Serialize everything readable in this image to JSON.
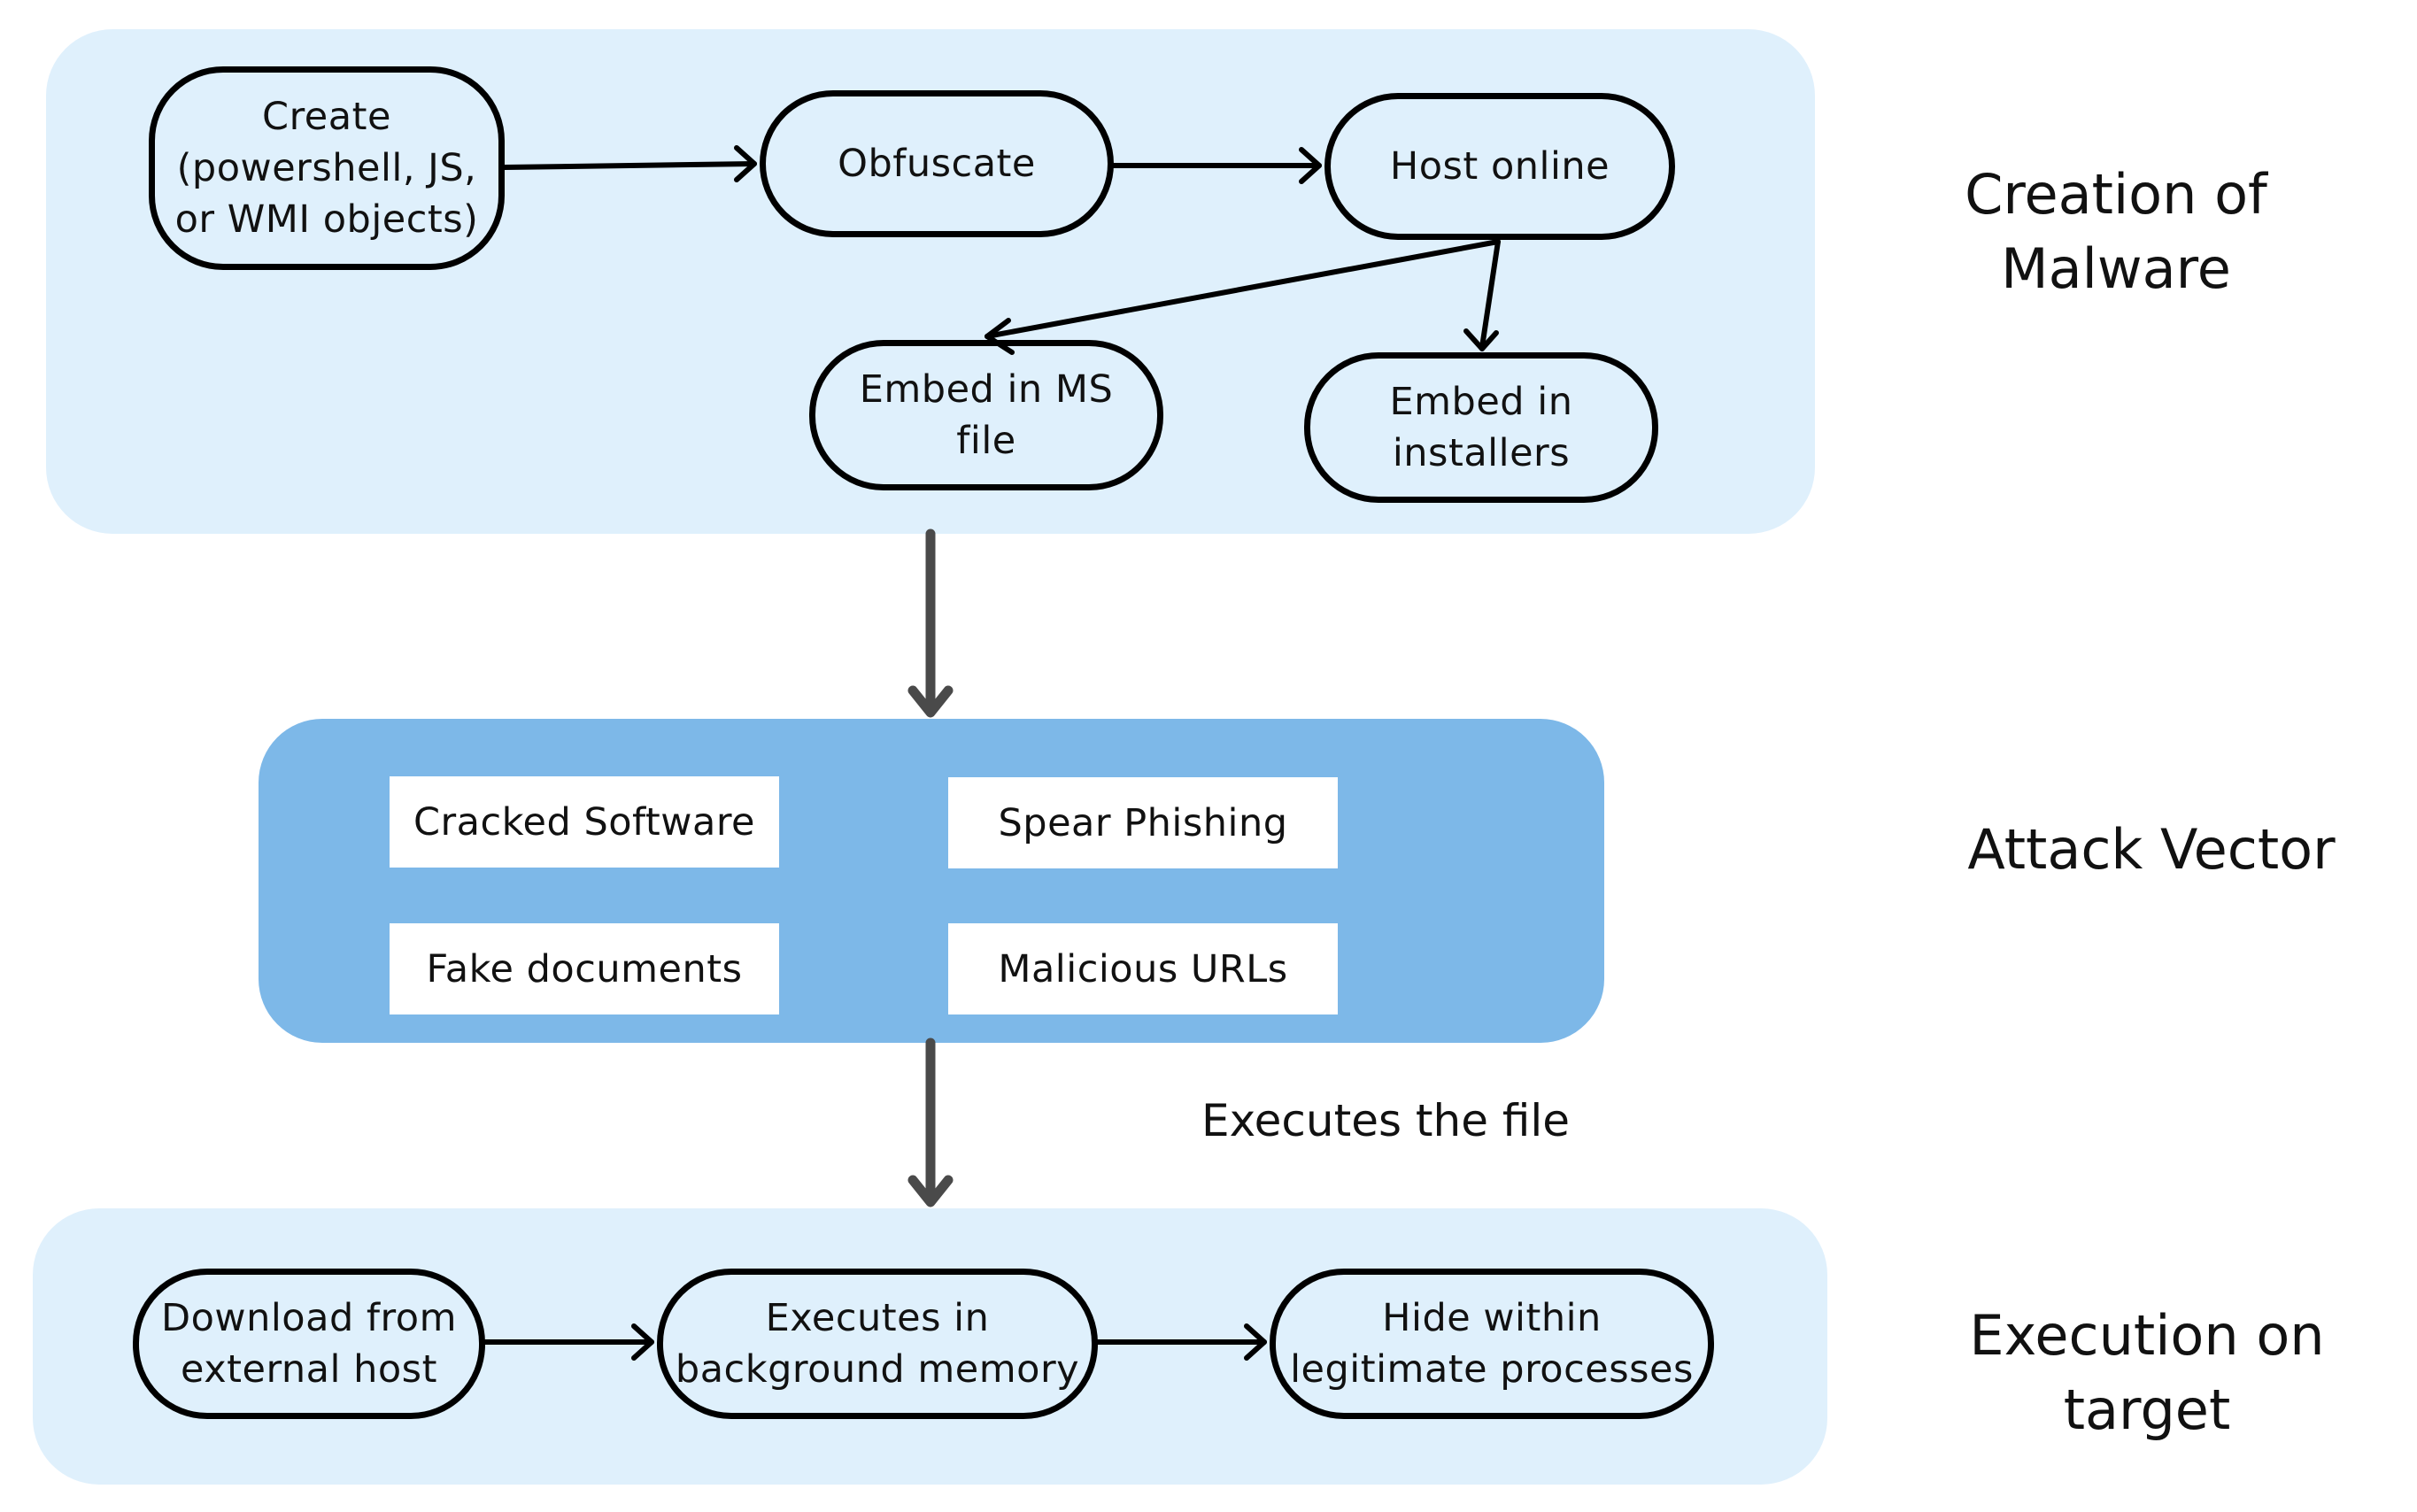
{
  "sections": {
    "creation": {
      "label": "Creation of\nMalware",
      "nodes": {
        "create": "Create\n(powershell, JS,\nor WMI objects)",
        "obfuscate": "Obfuscate",
        "host": "Host online",
        "embed_ms": "Embed in MS\nfile",
        "embed_installers": "Embed in\ninstallers"
      }
    },
    "attack_vector": {
      "label": "Attack Vector",
      "items": {
        "cracked": "Cracked Software",
        "spear": "Spear Phishing",
        "fake_docs": "Fake documents",
        "urls": "Malicious URLs"
      }
    },
    "execution": {
      "label": "Execution on target",
      "nodes": {
        "download": "Download from\nexternal host",
        "background": "Executes in\nbackground memory",
        "hide": "Hide within\nlegitimate processes"
      }
    }
  },
  "edge_labels": {
    "executes_file": "Executes the file"
  },
  "colors": {
    "light_panel": "#dff0fc",
    "attack_panel": "#7db8e8",
    "node_border": "#000000",
    "section_arrow": "#4a4a4a"
  }
}
